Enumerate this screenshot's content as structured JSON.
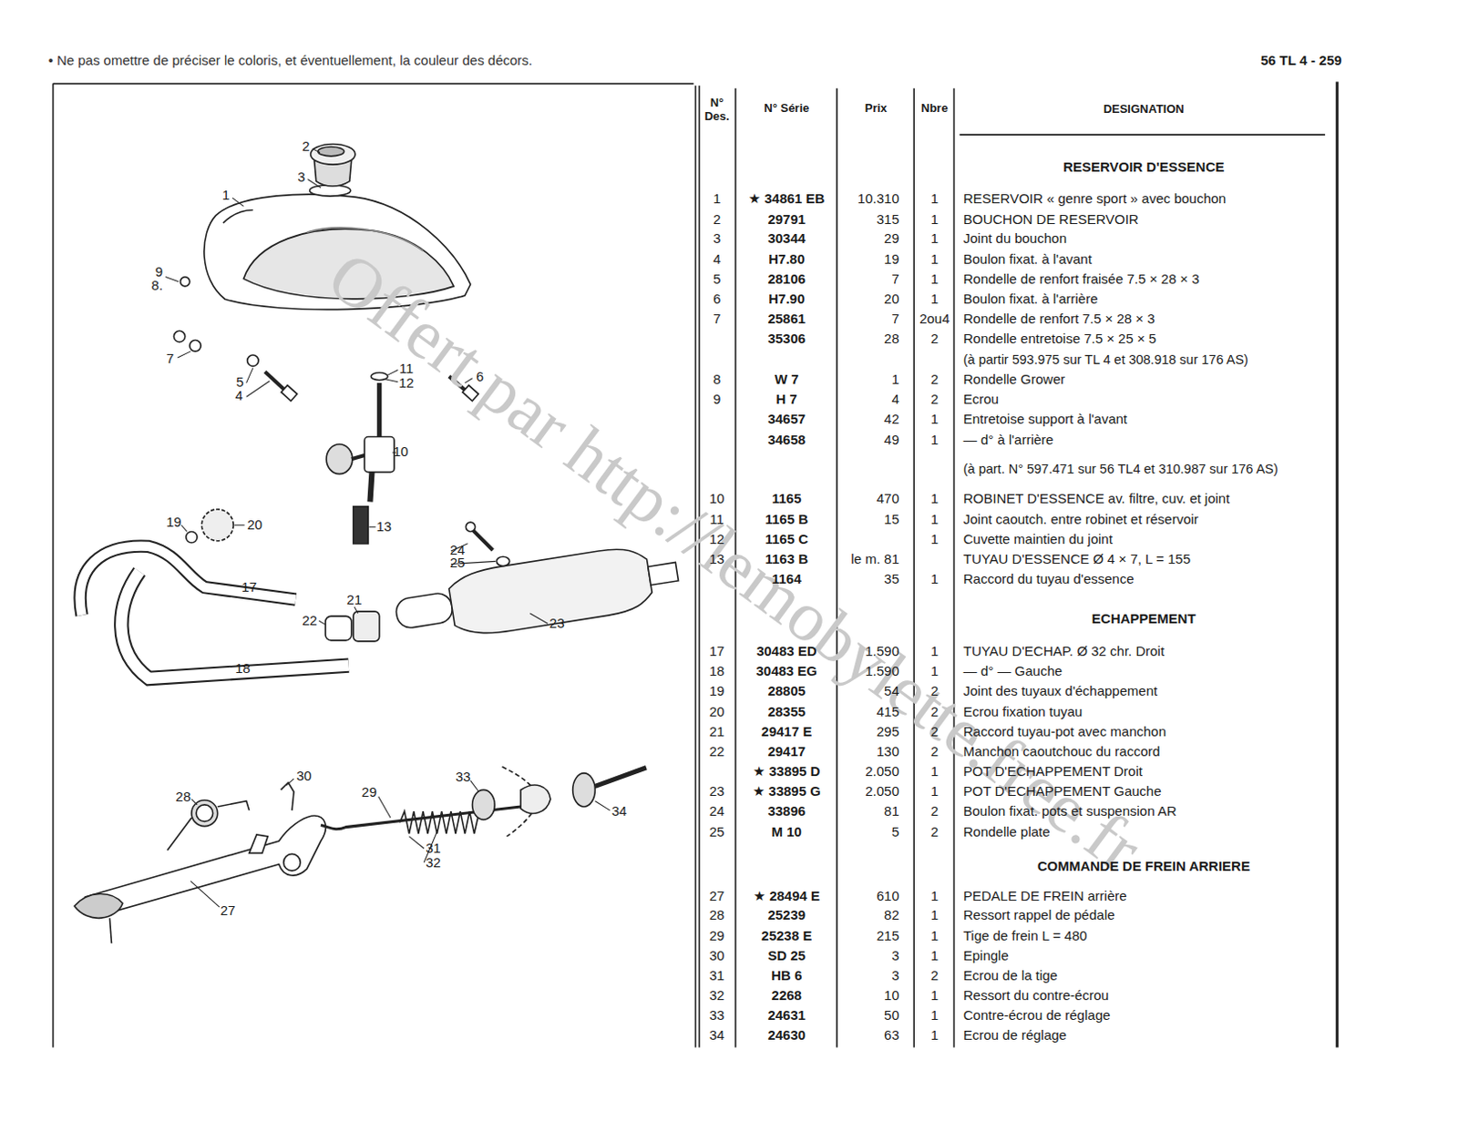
{
  "diagram": {
    "labels": [
      "• Ne pas omettre de préciser le coloris, et éventuellement, la couleur des décors.",
      "56 TL 4 - 259",
      "Offert par http://lemobylette.free.fr",
      "N° Des.",
      "N° Série",
      "Prix",
      "Nbre",
      "DESIGNATION",
      "RESERVOIR D'ESSENCE",
      "1",
      "★ 34861 EB",
      "10.310",
      "1",
      "RESERVOIR « genre sport » avec bouchon",
      "2",
      "29791",
      "315",
      "1",
      "BOUCHON DE RESERVOIR",
      "3",
      "30344",
      "29",
      "1",
      "Joint du bouchon",
      "4",
      "H7.80",
      "19",
      "1",
      "Boulon fixat. à l'avant",
      "5",
      "28106",
      "7",
      "1",
      "Rondelle de renfort fraisée 7.5 × 28 × 3",
      "6",
      "H7.90",
      "20",
      "1",
      "Boulon fixat. à l'arrière",
      "7",
      "25861",
      "7",
      "2ou4",
      "Rondelle de renfort 7.5 × 28 × 3",
      "35306",
      "28",
      "2",
      "Rondelle entretoise 7.5 × 25 × 5",
      "(à partir 593.975 sur TL 4 et 308.918 sur 176 AS)",
      "8",
      "W 7",
      "1",
      "2",
      "Rondelle Grower",
      "9",
      "H 7",
      "4",
      "2",
      "Ecrou",
      "34657",
      "42",
      "1",
      "Entretoise support à l'avant",
      "34658",
      "49",
      "1",
      "— d° à l'arrière",
      "(à part. N° 597.471 sur 56 TL4 et 310.987 sur 176 AS)",
      "10",
      "1165",
      "470",
      "1",
      "ROBINET D'ESSENCE av. filtre, cuv. et joint",
      "11",
      "1165 B",
      "15",
      "1",
      "Joint caoutch. entre robinet et réservoir",
      "12",
      "1165 C",
      "1",
      "Cuvette maintien du joint",
      "13",
      "1163 B",
      "le m. 81",
      "TUYAU D'ESSENCE Ø 4 × 7, L = 155",
      "1164",
      "35",
      "1",
      "Raccord du tuyau d'essence",
      "ECHAPPEMENT",
      "17",
      "30483 ED",
      "1.590",
      "1",
      "TUYAU D'ECHAP. Ø 32 chr. Droit",
      "18",
      "30483 EG",
      "1.590",
      "1",
      "— d° — Gauche",
      "19",
      "28805",
      "54",
      "2",
      "Joint des tuyaux d'échappement",
      "20",
      "28355",
      "415",
      "2",
      "Ecrou fixation tuyau",
      "21",
      "29417 E",
      "295",
      "2",
      "Raccord tuyau-pot avec manchon",
      "22",
      "29417",
      "130",
      "2",
      "Manchon caoutchouc du raccord",
      "★ 33895 D",
      "2.050",
      "1",
      "POT D'ECHAPPEMENT Droit",
      "23",
      "★ 33895 G",
      "2.050",
      "1",
      "POT D'ECHAPPEMENT Gauche",
      "24",
      "33896",
      "81",
      "2",
      "Boulon fixat. pots et suspension AR",
      "25",
      "M 10",
      "5",
      "2",
      "Rondelle plate",
      "COMMANDE DE FREIN ARRIERE",
      "27",
      "★ 28494 E",
      "610",
      "1",
      "PEDALE DE FREIN arrière",
      "28",
      "25239",
      "82",
      "1",
      "Ressort rappel de pédale",
      "29",
      "25238 E",
      "215",
      "1",
      "Tige de frein L = 480",
      "30",
      "SD 25",
      "3",
      "1",
      "Epingle",
      "31",
      "HB 6",
      "3",
      "2",
      "Ecrou de la tige",
      "32",
      "2268",
      "10",
      "1",
      "Ressort du contre-écrou",
      "33",
      "24631",
      "50",
      "1",
      "Contre-écrou de réglage",
      "34",
      "24630",
      "63",
      "1",
      "Ecrou de réglage",
      "1",
      "2",
      "3",
      "9",
      "8.",
      "7",
      "5",
      "4",
      "11",
      "12",
      "6",
      "10",
      "13",
      "19",
      "20",
      "17",
      "21",
      "22",
      "24",
      "25",
      "23",
      "18",
      "30",
      "28",
      "29",
      "33",
      "34",
      "31",
      "32",
      "27"
    ]
  }
}
